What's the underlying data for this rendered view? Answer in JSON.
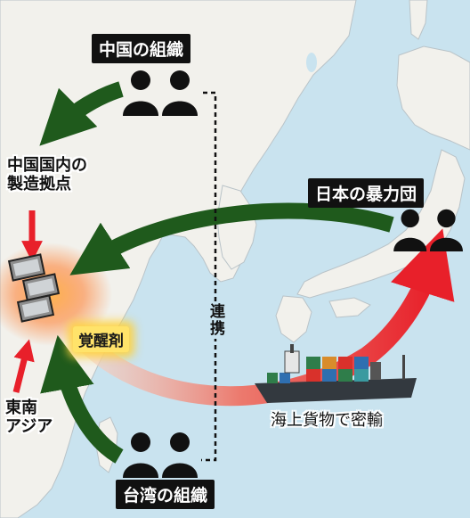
{
  "labels": {
    "china_org": "中国の組織",
    "china_base_line1": "中国国内の",
    "china_base_line2": "製造拠点",
    "japan_yakuza": "日本の暴力団",
    "taiwan_org": "台湾の組織",
    "southeast_asia_line1": "東南",
    "southeast_asia_line2": "アジア",
    "drug": "覚醒剤",
    "collaboration": "連携",
    "smuggling": "海上貨物で密輸"
  },
  "icons": {
    "people": "people-pair-icon",
    "ship": "container-ship-icon",
    "drug_packages": "drug-package-icon"
  },
  "colors": {
    "sea": "#c9e3ef",
    "land": "#f2f1ec",
    "arrow_green": "#1f5a1c",
    "arrow_red": "#e8202a",
    "label_box": "#111111",
    "drug_glow": "#ffd23c"
  }
}
